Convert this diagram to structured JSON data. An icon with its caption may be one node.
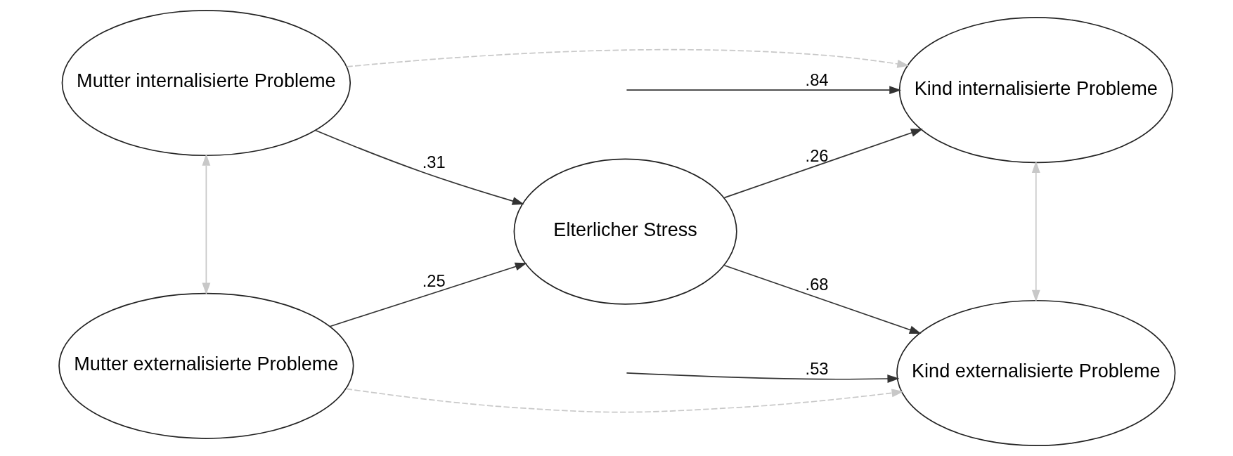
{
  "diagram": {
    "nodes": [
      {
        "text": [
          "Mutter internalisierte Probleme"
        ]
      },
      {
        "text": [
          "Mutter externalisierte Probleme"
        ]
      },
      {
        "text": [
          "Elterlicher Stress"
        ]
      },
      {
        "text": [
          "Kind internalisierte Probleme"
        ]
      },
      {
        "text": [
          "Kind externalisierte Probleme"
        ]
      }
    ],
    "edges": [
      {
        "from": 0,
        "to": 2,
        "arrow": "to",
        "label": ".31"
      },
      {
        "from": 1,
        "to": 2,
        "arrow": "to",
        "label": ".25"
      },
      {
        "from": 2,
        "to": 3,
        "arrow": "to",
        "label": ".26"
      },
      {
        "from": 2,
        "to": 4,
        "arrow": "to",
        "label": ".68"
      },
      {
        "from": 0,
        "to": 3,
        "arrow": "to",
        "style": "dashed",
        "color": "#c8c8c8"
      },
      {
        "from": 1,
        "to": 4,
        "arrow": "to",
        "style": "dashed",
        "color": "#c8c8c8"
      },
      {
        "from": 0,
        "to": 1,
        "arrow": "both",
        "color": "#c8c8c8"
      },
      {
        "from": 3,
        "to": 4,
        "arrow": "both",
        "color": "#c8c8c8"
      },
      {
        "from": null,
        "to": 3,
        "arrow": "to",
        "label": ".84"
      },
      {
        "from": null,
        "to": 4,
        "arrow": "to",
        "label": ".53"
      }
    ]
  }
}
